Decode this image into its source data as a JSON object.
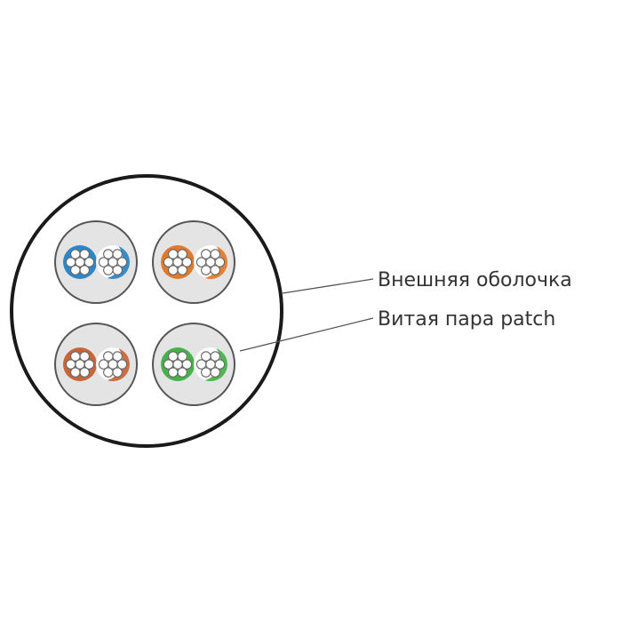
{
  "diagram": {
    "title": "",
    "labels": {
      "outer_jacket": "Внешняя оболочка",
      "twisted_pair": "Витая пара patch"
    },
    "pairs": [
      {
        "name": "blue-pair",
        "color": "#2f86c6"
      },
      {
        "name": "orange-pair",
        "color": "#e07b2e"
      },
      {
        "name": "brown-pair",
        "color": "#c8663a"
      },
      {
        "name": "green-pair",
        "color": "#45b34a"
      }
    ],
    "colors": {
      "jacket": "#1a1a1a",
      "pair_background": "#e4e4e4",
      "pair_outline": "#555555",
      "callout_line": "#555555",
      "text": "#333333",
      "strand_fill": "#ffffff"
    }
  }
}
